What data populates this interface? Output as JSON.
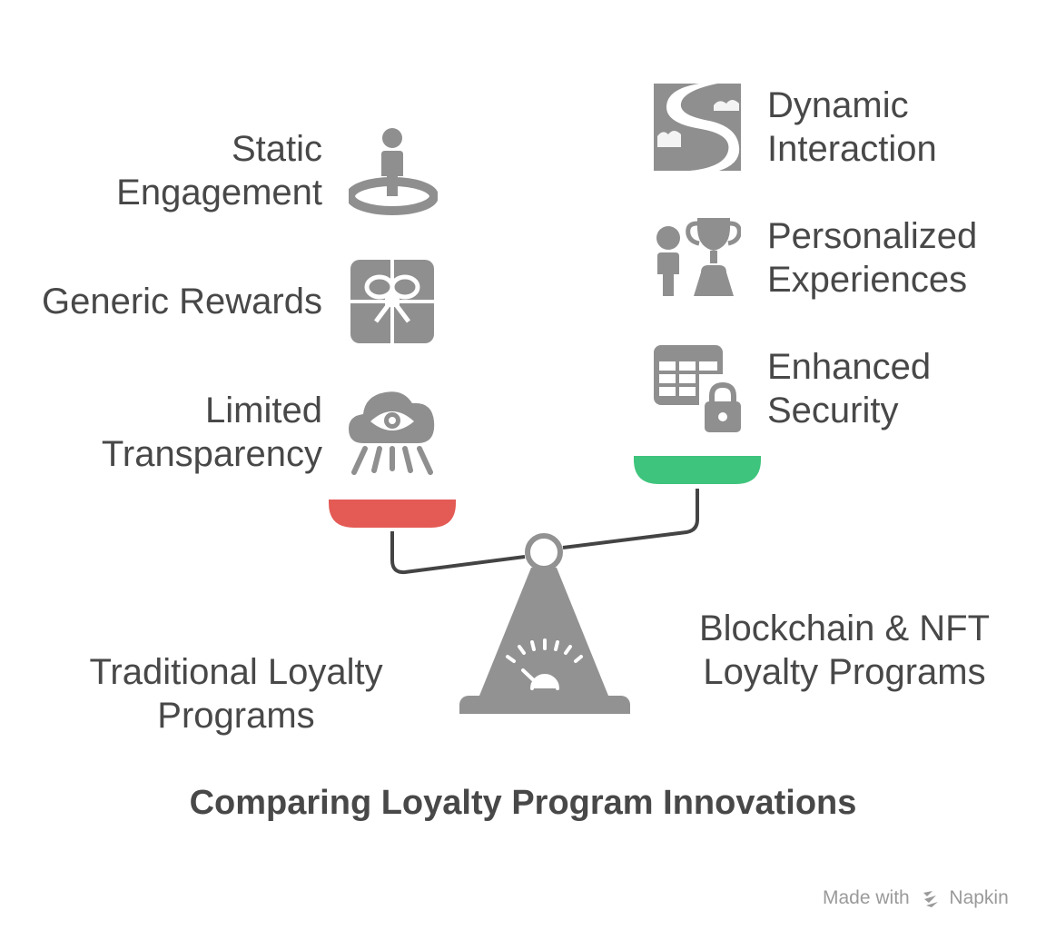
{
  "title": "Comparing Loyalty Program Innovations",
  "left": {
    "name_lines": [
      "Traditional Loyalty",
      "Programs"
    ],
    "pan_color": "#e45a55",
    "items": [
      {
        "lines": [
          "Static",
          "Engagement"
        ],
        "icon": "person-target-icon"
      },
      {
        "lines": [
          "Generic Rewards"
        ],
        "icon": "gift-icon"
      },
      {
        "lines": [
          "Limited",
          "Transparency"
        ],
        "icon": "cloud-eye-icon"
      }
    ]
  },
  "right": {
    "name_lines": [
      "Blockchain & NFT",
      "Loyalty Programs"
    ],
    "pan_color": "#3ec47c",
    "items": [
      {
        "lines": [
          "Dynamic",
          "Interaction"
        ],
        "icon": "winding-road-icon"
      },
      {
        "lines": [
          "Personalized",
          "Experiences"
        ],
        "icon": "person-trophy-icon"
      },
      {
        "lines": [
          "Enhanced",
          "Security"
        ],
        "icon": "table-lock-icon"
      }
    ]
  },
  "colors": {
    "icon_gray": "#8f8f8f",
    "text": "#484848",
    "beam": "#444444"
  },
  "watermark": {
    "prefix": "Made with",
    "brand": "Napkin"
  }
}
